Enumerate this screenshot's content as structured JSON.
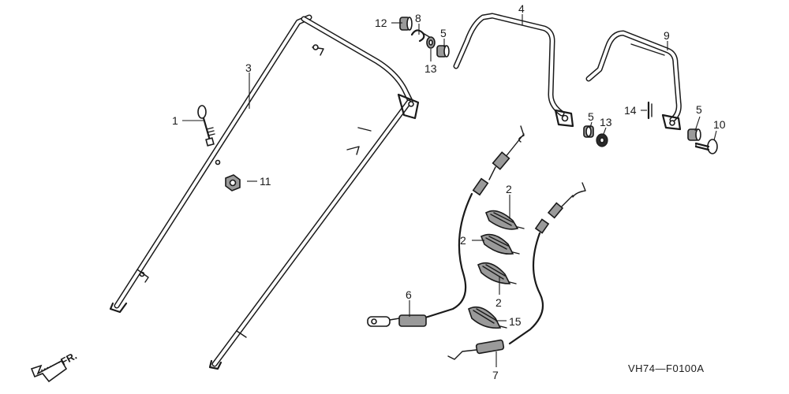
{
  "diagram_code": "VH74—F0100A",
  "direction_label": "FR.",
  "callouts": {
    "c1": "1",
    "c2a": "2",
    "c2b": "2",
    "c2c": "2",
    "c3": "3",
    "c4": "4",
    "c5a": "5",
    "c5b": "5",
    "c5c": "5",
    "c6": "6",
    "c7": "7",
    "c8": "8",
    "c9": "9",
    "c10": "10",
    "c11": "11",
    "c12": "12",
    "c13a": "13",
    "c13b": "13",
    "c14": "14",
    "c15": "15"
  }
}
